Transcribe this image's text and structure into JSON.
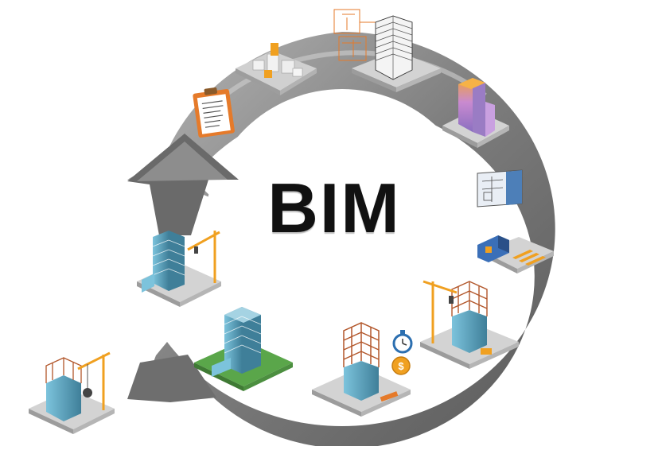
{
  "diagram": {
    "title": "BIM",
    "colors": {
      "ring": "#7a7a7a",
      "ring_dark": "#5e5e5e",
      "ring_light": "#9a9a9a",
      "glass": "#5fa8c4",
      "glass_dark": "#3f7f99",
      "crane": "#f0a020",
      "orange": "#e57a2a",
      "purple": "#9a7cc4",
      "grass": "#5aa64a",
      "platform": "#c9c9c9",
      "platform_dark": "#9d9d9d"
    },
    "stages": [
      {
        "id": "checklist-clipboard",
        "icon": "clipboard-icon"
      },
      {
        "id": "massing-model",
        "icon": "massing-model-icon"
      },
      {
        "id": "plans-and-wireframe",
        "icon": "blueprint-icon"
      },
      {
        "id": "energy-analysis-model",
        "icon": "analysis-model-icon"
      },
      {
        "id": "drawings-documentation",
        "icon": "drawing-sheet-icon"
      },
      {
        "id": "fabrication-delivery",
        "icon": "truck-icon"
      },
      {
        "id": "construction-crane",
        "icon": "crane-building-icon"
      },
      {
        "id": "construction-schedule-cost",
        "icon": "scaffold-building-icon"
      },
      {
        "id": "operation-maintenance",
        "icon": "finished-building-icon"
      },
      {
        "id": "renovation",
        "icon": "crane-glass-building-icon"
      },
      {
        "id": "demolition",
        "icon": "wrecking-ball-icon"
      }
    ]
  }
}
